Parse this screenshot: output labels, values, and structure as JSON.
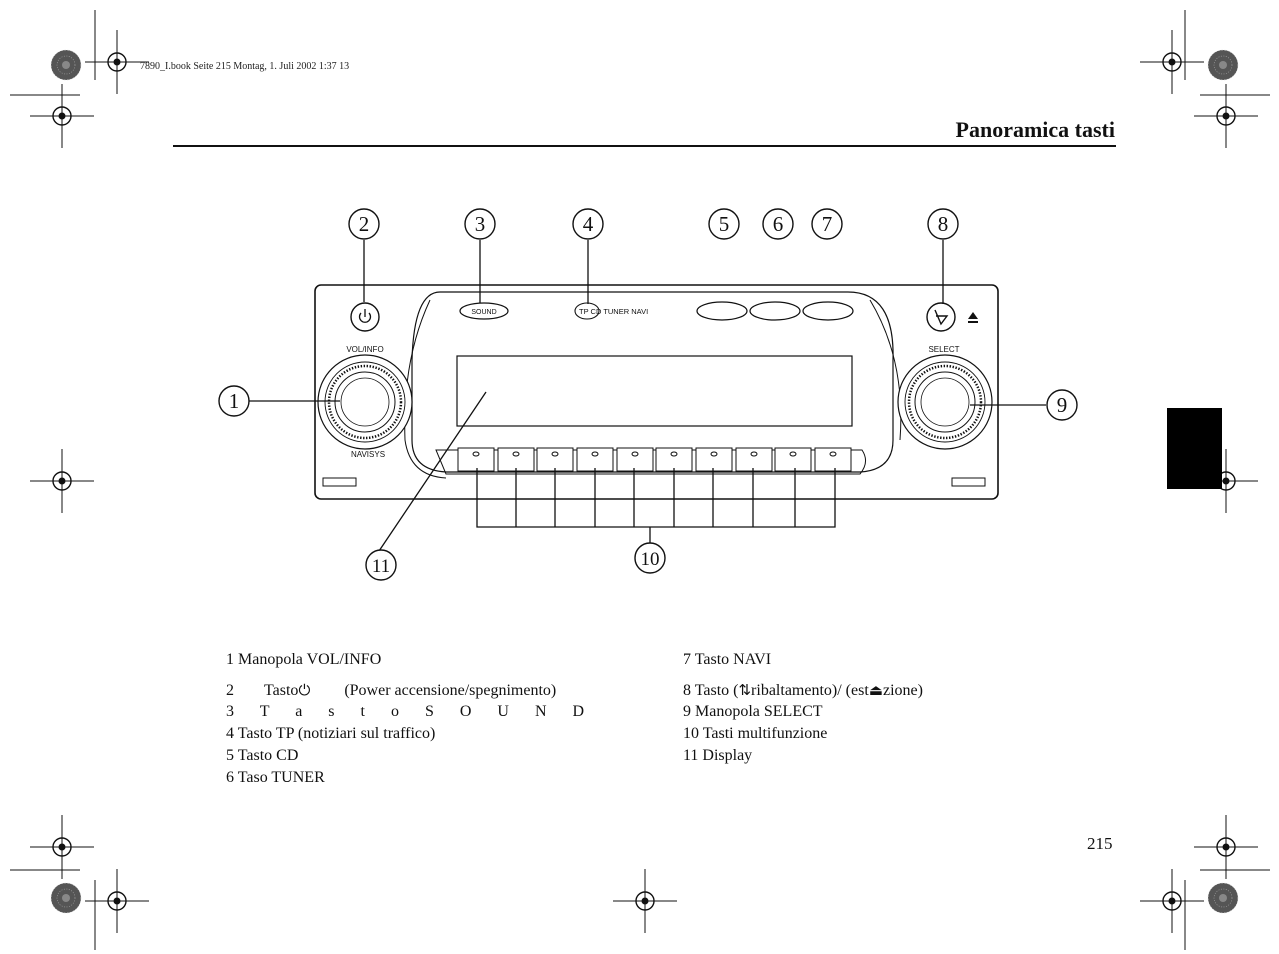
{
  "running_header": "7890_I.book  Seite 215  Montag, 1. Juli 2002  1:37 13",
  "section_title": "Panoramica tasti",
  "page_number": "215",
  "device_labels": {
    "vol_info": "VOL/INFO",
    "sound": "SOUND",
    "source_buttons": "TP  CD  TUNER  NAVI",
    "select": "SELECT",
    "navisys": "NAVISYS",
    "eject_symbol": "⏏"
  },
  "callouts": [
    "1",
    "2",
    "3",
    "4",
    "5",
    "6",
    "7",
    "8",
    "9",
    "10",
    "11"
  ],
  "legend_left": [
    {
      "text": "1 Manopola VOL/INFO"
    },
    {
      "num": "2",
      "word": "Tasto",
      "icon": "⏻",
      "rest": "(Power   accensione/spegnimento)"
    },
    {
      "text": "3 T a s t o  S O U N D"
    },
    {
      "text": "4 Tasto TP (notiziari sul traffico)"
    },
    {
      "text": "5 Tasto CD"
    },
    {
      "text": "6 Taso TUNER"
    }
  ],
  "legend_right": [
    {
      "text": "7 Tasto NAVI"
    },
    {
      "pre": "8 Tasto  (",
      "icon1": "⇅",
      "mid": "ribaltamento)/  (est",
      "icon2": "⏏",
      "post": "zione)"
    },
    {
      "text": "9 Manopola SELECT"
    },
    {
      "text": "10 Tasti multifunzione"
    },
    {
      "text": "11 Display"
    }
  ],
  "icons": {
    "power": "power-icon",
    "tilt": "tilt-icon",
    "eject": "eject-icon",
    "crop_mark": "registration-mark-icon"
  }
}
